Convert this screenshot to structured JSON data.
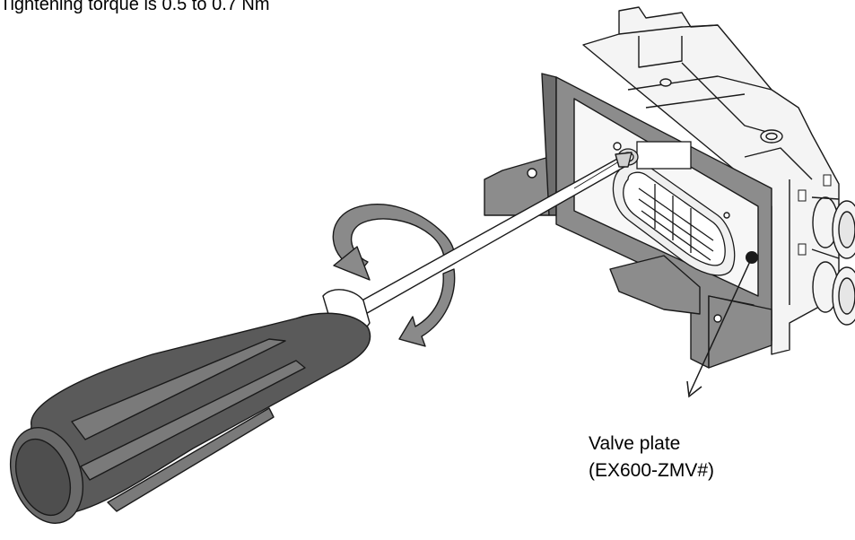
{
  "header": {
    "note": "Tightening torque is 0.5 to 0.7 Nm"
  },
  "callout": {
    "line1": "Valve plate",
    "line2": "(EX600-ZMV#)"
  },
  "colors": {
    "handle": "#5a5a5a",
    "handle_dark": "#2e2e2e",
    "plate": "#8c8c8c",
    "plate_dark": "#6e6e6e",
    "arrow": "#7a7a7a",
    "outline": "#1a1a1a",
    "body": "#f4f4f4"
  },
  "icons": {
    "rotation": "rotation-arrow-icon",
    "screwdriver": "screwdriver-icon"
  }
}
